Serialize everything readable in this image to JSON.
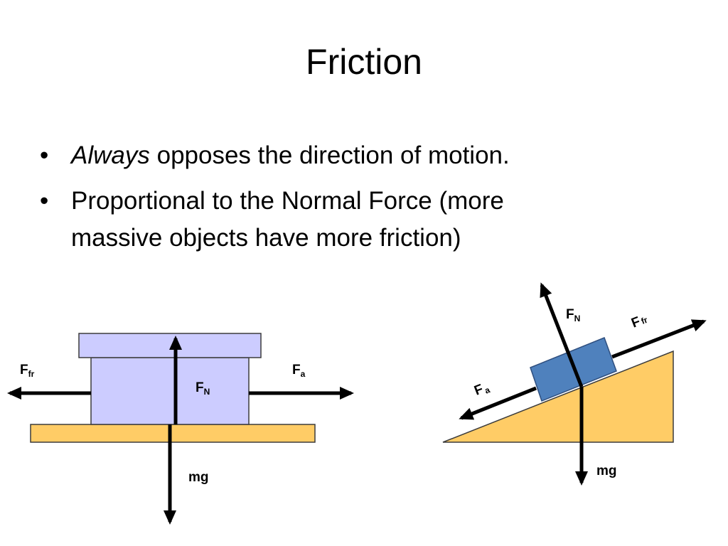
{
  "slide": {
    "title": "Friction",
    "bullets": [
      {
        "emphasis": "Always",
        "rest": " opposes the direction of motion."
      },
      {
        "line1": "Proportional to the Normal Force (more",
        "line2": "massive objects have more friction)"
      }
    ]
  },
  "flat_diagram": {
    "label_Ffr": "F",
    "label_Ffr_sub": "fr",
    "label_Fa": "F",
    "label_Fa_sub": "a",
    "label_FN": "F",
    "label_FN_sub": "N",
    "label_mg": "mg"
  },
  "incline_diagram": {
    "label_FN": "F",
    "label_FN_sub": "N",
    "label_Ffr": "F",
    "label_Ffr_sub": "fr",
    "label_Fa": "F",
    "label_Fa_sub": "a",
    "label_mg": "mg"
  },
  "colors": {
    "box_fill": "#ccccff",
    "surface_fill": "#ffcc66",
    "incline_block_fill": "#4f81bd",
    "outline": "#3c3c3c",
    "arrow": "#000000"
  }
}
